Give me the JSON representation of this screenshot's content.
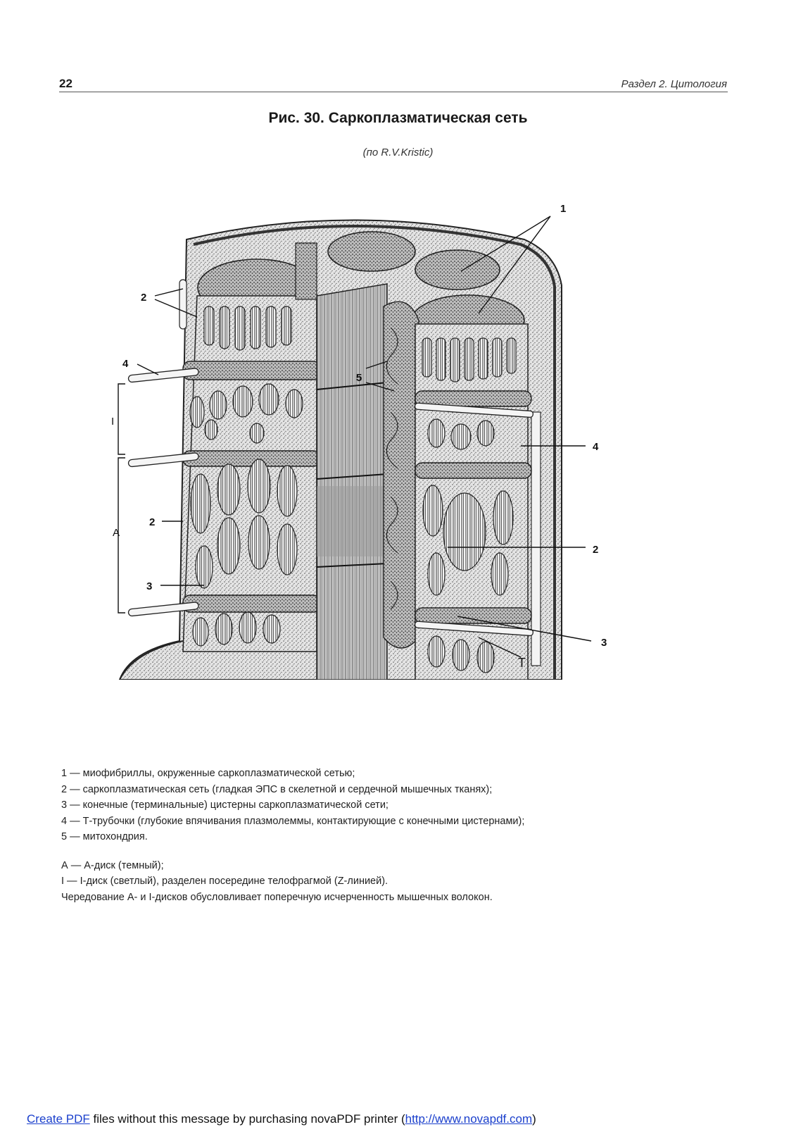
{
  "header": {
    "page_number": "22",
    "section": "Раздел 2. Цитология"
  },
  "figure": {
    "title": "Рис. 30. Саркоплазматическая сеть",
    "credit": "(по R.V.Kristic)",
    "labels": {
      "l1": "1",
      "l2a": "2",
      "l2b": "2",
      "l2c": "2",
      "l3a": "3",
      "l3b": "3",
      "l4a": "4",
      "l4b": "4",
      "l5": "5",
      "lA": "A",
      "lI": "I",
      "lT": "T"
    }
  },
  "legend": {
    "items": [
      "1 — миофибриллы, окруженные саркоплазматической сетью;",
      "2 — саркоплазматическая сеть (гладкая ЭПС в скелетной и сердечной мышечных тканях);",
      "3 — конечные (терминальные) цистерны саркоплазматической сети;",
      "4 — Т-трубочки (глубокие впячивания плазмолеммы, контактирующие с конечными цистернами);",
      "5 — митохондрия."
    ],
    "notes": [
      "А — А-диск (темный);",
      "I  — I-диск (светлый), разделен посередине телофрагмой (Z-линией).",
      "Чередование А- и I-дисков обусловливает поперечную исчерченность мышечных волокон."
    ]
  },
  "footer": {
    "link1": "Create PDF",
    "text1": " files without this message by purchasing novaPDF printer (",
    "link2": "http://www.novapdf.com",
    "text2": ")"
  }
}
